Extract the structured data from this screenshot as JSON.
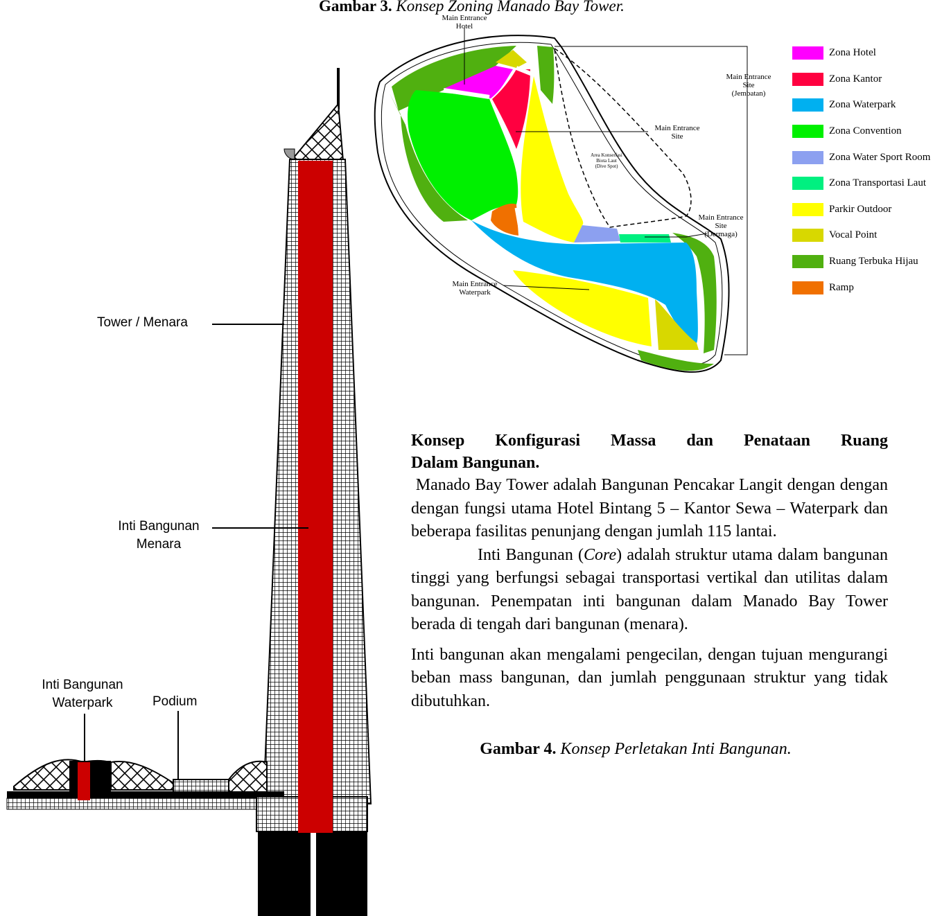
{
  "figure3_caption": {
    "number": "Gambar 3.",
    "title": "Konsep Zoning Manado Bay Tower."
  },
  "site_map": {
    "labels": {
      "entrance_hotel_line1": "Main Entrance",
      "entrance_hotel_line2": "Hotel",
      "entrance_bridge_line1": "Main Entrance",
      "entrance_bridge_line2": "Site",
      "entrance_bridge_line3": "(Jembatan)",
      "entrance_site_line1": "Main Entrance",
      "entrance_site_line2": "Site",
      "conservation_line1": "Area Konserfasi",
      "conservation_line2": "Biota Laut",
      "conservation_line3": "(Dive Spot)",
      "entrance_dock_line1": "Main Entrance",
      "entrance_dock_line2": "Site",
      "entrance_dock_line3": "(Dermaga)",
      "entrance_waterpark_line1": "Main Entrance",
      "entrance_waterpark_line2": "Waterpark"
    }
  },
  "legend": [
    {
      "label": "Zona Hotel",
      "color": "#ff00ff"
    },
    {
      "label": "Zona Kantor",
      "color": "#ff0040"
    },
    {
      "label": "Zona Waterpark",
      "color": "#00b0f0"
    },
    {
      "label": "Zona Convention",
      "color": "#00f000"
    },
    {
      "label": "Zona Water Sport Room",
      "color": "#8ca0f0"
    },
    {
      "label": "Zona Transportasi Laut",
      "color": "#00f080"
    },
    {
      "label": "Parkir Outdoor",
      "color": "#ffff00"
    },
    {
      "label": "Vocal Point",
      "color": "#d8d800"
    },
    {
      "label": "Ruang Terbuka Hijau",
      "color": "#50b010"
    },
    {
      "label": "Ramp",
      "color": "#f07000"
    }
  ],
  "tower_labels": {
    "tower": "Tower / Menara",
    "core_line1": "Inti Bangunan",
    "core_line2": "Menara",
    "waterpark_core_line1": "Inti Bangunan",
    "waterpark_core_line2": "Waterpark",
    "podium": "Podium"
  },
  "section": {
    "heading_line1": "Konsep Konfigurasi Massa dan Penataan Ruang",
    "heading_line2": "Dalam Bangunan.",
    "para1": " Manado Bay Tower adalah Bangunan Pencakar Langit dengan dengan dengan fungsi utama Hotel Bintang 5 – Kantor Sewa – Waterpark dan beberapa fasilitas penunjang dengan jumlah 115 lantai.",
    "para2_before": "Inti Bangunan (",
    "para2_italic": "Core",
    "para2_after": ") adalah struktur utama dalam bangunan tinggi yang berfungsi sebagai transportasi vertikal dan utilitas dalam bangunan. Penempatan inti bangunan dalam Manado Bay Tower berada di tengah dari bangunan (menara).",
    "para3": "Inti bangunan akan mengalami pengecilan, dengan tujuan mengurangi beban mass bangunan, dan jumlah penggunaan struktur yang tidak dibutuhkan."
  },
  "figure4_caption": {
    "number": "Gambar 4.",
    "title": "Konsep Perletakan Inti Bangunan."
  }
}
